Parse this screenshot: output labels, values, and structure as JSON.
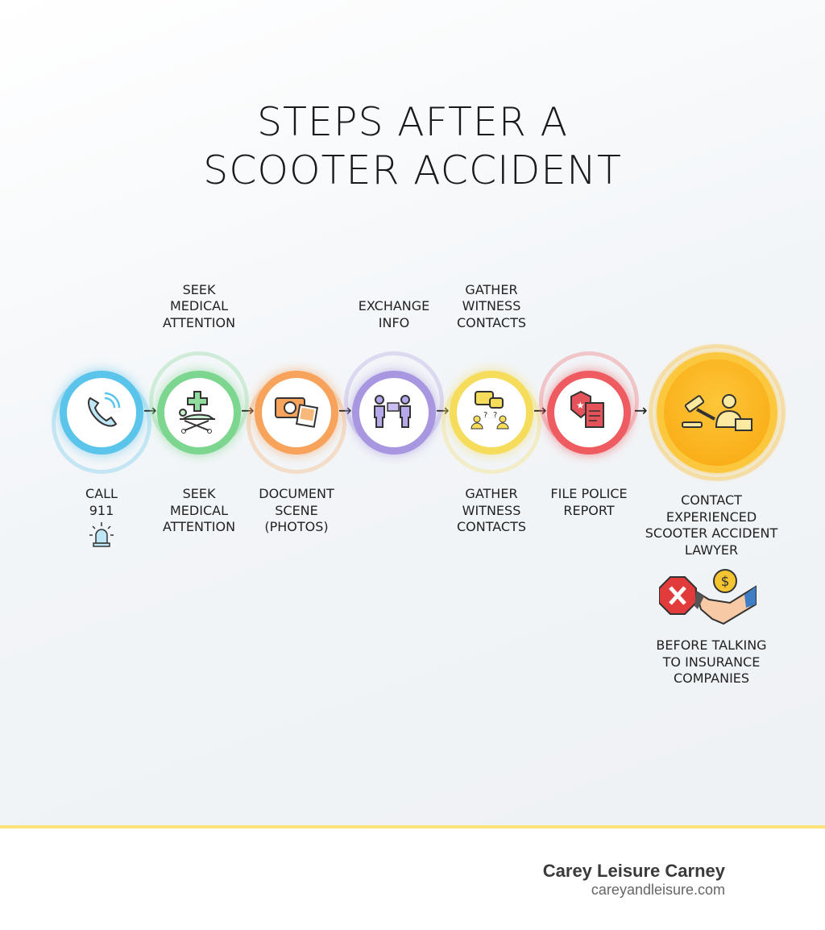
{
  "title": {
    "line1": "STEPS AFTER A",
    "line2": "SCOOTER ACCIDENT"
  },
  "steps": [
    {
      "label": "CALL\n911",
      "icon": "phone-icon",
      "color": "#5bc4ea"
    },
    {
      "label": "SEEK\nMEDICAL\nATTENTION",
      "top_label": "SEEK\nMEDICAL\nATTENTION",
      "icon": "stretcher-medical-icon",
      "color": "#7dd68f"
    },
    {
      "label": "DOCUMENT\nSCENE\n(PHOTOS)",
      "icon": "camera-photo-icon",
      "color": "#f7a35c"
    },
    {
      "top_label": "EXCHANGE\nINFO",
      "icon": "exchange-card-icon",
      "color": "#a897e0"
    },
    {
      "label": "GATHER\nWITNESS\nCONTACTS",
      "top_label": "GATHER\nWITNESS\nCONTACTS",
      "icon": "witness-chat-icon",
      "color": "#f5dc5a"
    },
    {
      "label": "FILE POLICE\nREPORT",
      "icon": "police-badge-report-icon",
      "color": "#ee5b60"
    },
    {
      "label": "CONTACT\nEXPERIENCED\nSCOOTER ACCIDENT\nLAWYER",
      "icon": "lawyer-gavel-icon",
      "color": "#fbb515"
    }
  ],
  "note": {
    "label": "BEFORE TALKING\nTO INSURANCE\nCOMPANIES",
    "icon": "stop-handshake-icon"
  },
  "footer": {
    "name": "Carey Leisure Carney",
    "url": "careyandleisure.com",
    "accent": "#fbe37a"
  }
}
